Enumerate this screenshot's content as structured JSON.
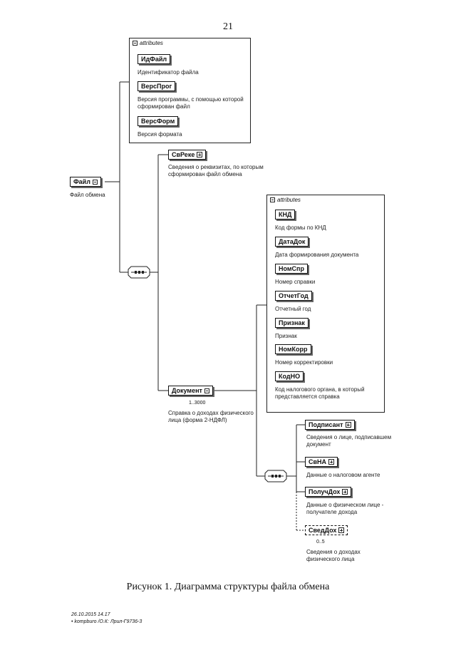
{
  "page_number": "21",
  "caption": "Рисунок 1. Диаграмма структуры файла обмена",
  "footer": {
    "line1": "26.10.2015 14.17",
    "line2": "• kompburo /О.К: Лрил-Г9736-3"
  },
  "root": {
    "name": "Файл",
    "desc": "Файл обмена"
  },
  "file_attributes": {
    "header": "attributes",
    "items": [
      {
        "name": "ИдФайл",
        "desc": "Идентификатор файла"
      },
      {
        "name": "ВерсПрог",
        "desc": "Версия программы, с помощью которой сформирован файл"
      },
      {
        "name": "ВерсФорм",
        "desc": "Версия формата"
      }
    ]
  },
  "svreke": {
    "name": "СвРеке",
    "desc": "Сведения о реквизитах, по которым сформирован файл обмена"
  },
  "document": {
    "name": "Документ",
    "mult": "1..3000",
    "desc": "Справка о доходах физического лица (форма 2-НДФЛ)"
  },
  "doc_attributes": {
    "header": "attributes",
    "items": [
      {
        "name": "КНД",
        "desc": "Код формы по КНД"
      },
      {
        "name": "ДатаДок",
        "desc": "Дата формирования документа"
      },
      {
        "name": "НомСпр",
        "desc": "Номер справки"
      },
      {
        "name": "ОтчетГод",
        "desc": "Отчетный год"
      },
      {
        "name": "Признак",
        "desc": "Признак"
      },
      {
        "name": "НомКорр",
        "desc": "Номер корректировки"
      },
      {
        "name": "КодНО",
        "desc": "Код налогового органа, в который представляется справка"
      }
    ]
  },
  "doc_children": [
    {
      "name": "Подписант",
      "desc": "Сведения о лице, подписавшем документ"
    },
    {
      "name": "СвНА",
      "desc": "Данные о налоговом агенте"
    },
    {
      "name": "ПолучДох",
      "desc": "Данные о физическом лице - получателе дохода"
    },
    {
      "name": "СведДох",
      "mult": "0..5",
      "desc": "Сведения о доходах физического лица"
    }
  ]
}
